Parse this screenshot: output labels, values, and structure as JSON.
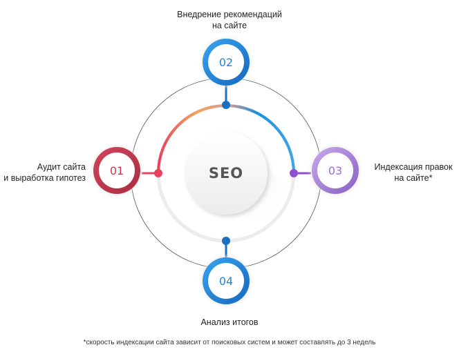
{
  "center": {
    "label": "SEO"
  },
  "steps": [
    {
      "number": "01",
      "label": "Аудит сайта\nи выработка гипотез",
      "color": "#c0394e"
    },
    {
      "number": "02",
      "label": "Внедрение рекомендаций\nна сайте",
      "color": "#1f86d8"
    },
    {
      "number": "03",
      "label": "Индексация правок\nна сайте*",
      "color": "#9d6fd0"
    },
    {
      "number": "04",
      "label": "Анализ итогов",
      "color": "#1f86d8"
    }
  ],
  "footnote": "*скорость индексации сайта зависит от поисковых систем и может составлять до 3 недель",
  "colors": {
    "arc_orange": "#f5a25d",
    "arc_pink": "#e8425f",
    "arc_purple": "#8e4fd3",
    "arc_blue": "#1c8fe0",
    "connector_blue": "#1a6fc3",
    "outer_ring": "#555555",
    "inner_ring": "#ececec"
  }
}
